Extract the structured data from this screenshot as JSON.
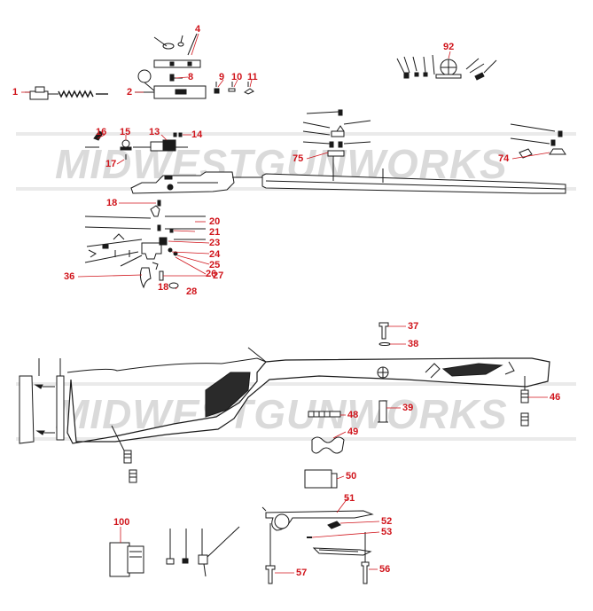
{
  "watermark": {
    "text": "MIDWESTGUNWORKS",
    "color": "#9a9a9a"
  },
  "accent_color": "#d0141b",
  "line_color": "#1a1a1a",
  "part_labels": {
    "p1": "1",
    "p2": "2",
    "p4": "4",
    "p8": "8",
    "p9": "9",
    "p10": "10",
    "p11": "11",
    "p13": "13",
    "p14": "14",
    "p15": "15",
    "p16": "16",
    "p17": "17",
    "p18a": "18",
    "p18b": "18",
    "p20": "20",
    "p21": "21",
    "p23": "23",
    "p24": "24",
    "p25": "25",
    "p26": "26",
    "p27": "27",
    "p28": "28",
    "p36": "36",
    "p37": "37",
    "p38": "38",
    "p39": "39",
    "p46": "46",
    "p48": "48",
    "p49": "49",
    "p50": "50",
    "p51": "51",
    "p52": "52",
    "p53": "53",
    "p56": "56",
    "p57": "57",
    "p74": "74",
    "p75": "75",
    "p92": "92",
    "p100": "100"
  }
}
